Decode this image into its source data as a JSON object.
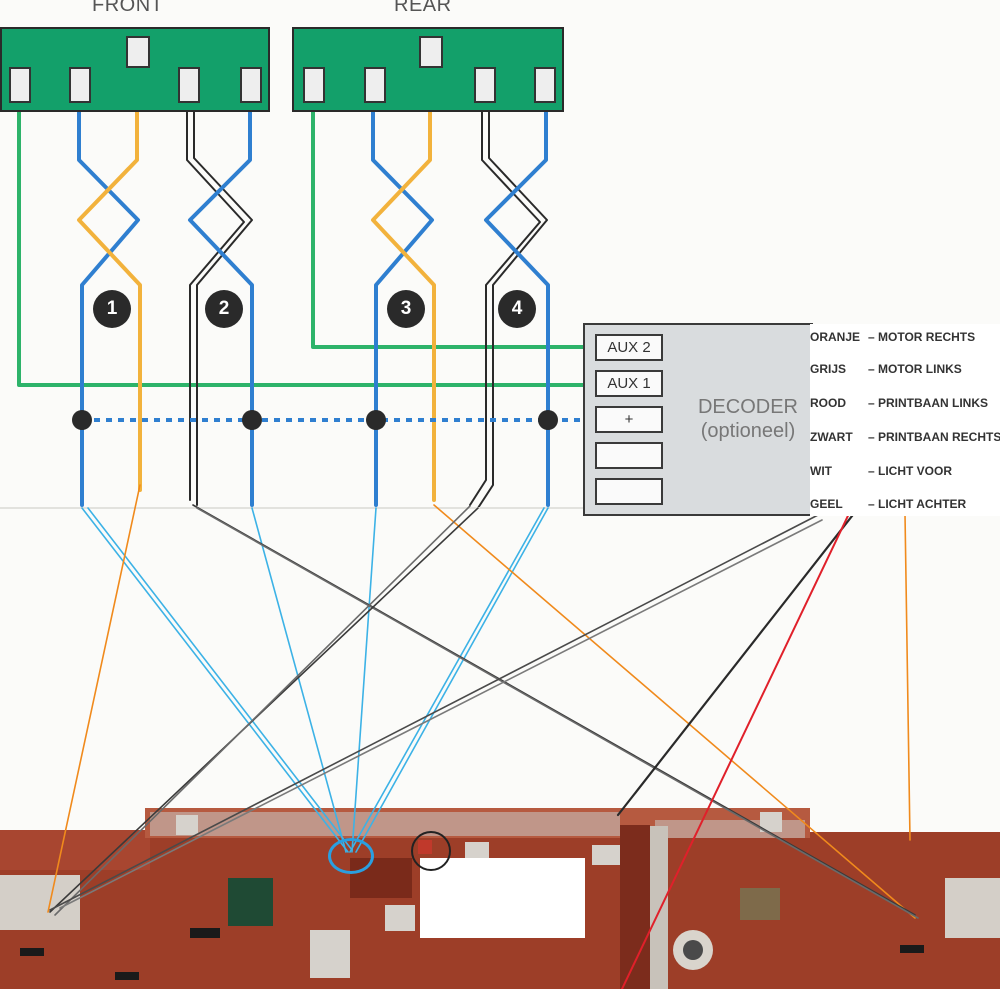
{
  "headers": {
    "front": "FRONT",
    "rear": "REAR"
  },
  "numbers": [
    "1",
    "2",
    "3",
    "4"
  ],
  "decoder": {
    "pads": [
      "AUX 2",
      "AUX 1",
      "+",
      "",
      ""
    ],
    "title_line1": "DECODER",
    "title_line2": "(optioneel)"
  },
  "legend": [
    {
      "color": "ORANJE",
      "function": "– MOTOR RECHTS"
    },
    {
      "color": "GRIJS",
      "function": "– MOTOR LINKS"
    },
    {
      "color": "ROOD",
      "function": "– PRINTBAAN LINKS"
    },
    {
      "color": "ZWART",
      "function": "– PRINTBAAN RECHTS"
    },
    {
      "color": "WIT",
      "function": "– LICHT VOOR"
    },
    {
      "color": "GEEL",
      "function": "– LICHT ACHTER"
    }
  ],
  "colors": {
    "connector": "#13a06a",
    "wire_green": "#2db36a",
    "wire_blue": "#2f7fd0",
    "wire_orange": "#f2b23c",
    "wire_black": "#2a2a2a",
    "pencil_blue": "#3cb2e6",
    "pencil_orange": "#f08a1c",
    "pencil_red": "#e0202a",
    "board": "#9a3a26"
  }
}
